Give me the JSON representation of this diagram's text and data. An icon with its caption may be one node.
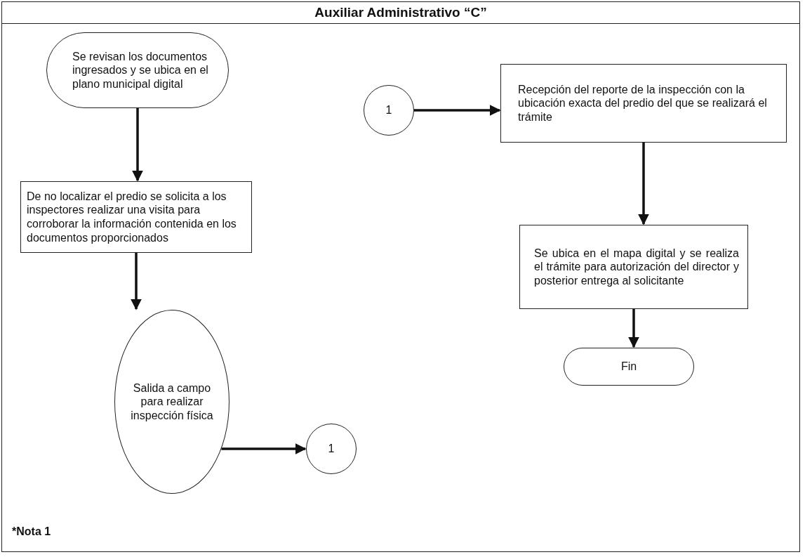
{
  "diagram": {
    "title": "Auxiliar Administrativo “C”",
    "nodes": [
      {
        "text": [
          "Se revisan los documentos ingresados y se ubica en el plano municipal digital"
        ]
      },
      {
        "text": [
          "De no localizar el predio se solicita a los inspectores realizar una visita para corroborar la información contenida en los documentos proporcionados"
        ]
      },
      {
        "text": [
          "Salida a campo para realizar inspección física"
        ]
      },
      {
        "text": [
          "1"
        ]
      },
      {
        "text": [
          "1"
        ]
      },
      {
        "text": [
          "Recepción del reporte de la inspección con la ubicación exacta del predio del que se realizará el trámite"
        ]
      },
      {
        "text": [
          "Se ubica en el mapa digital y se realiza el trámite para autorización del director y posterior entrega al solicitante"
        ]
      },
      {
        "text": [
          "Fin"
        ]
      }
    ],
    "edges": [
      {
        "from": 0,
        "to": 1,
        "arrow": "to"
      },
      {
        "from": 1,
        "to": 2,
        "arrow": "to"
      },
      {
        "from": 2,
        "to": 3,
        "arrow": "to"
      },
      {
        "from": 4,
        "to": 5,
        "arrow": "to"
      },
      {
        "from": 5,
        "to": 6,
        "arrow": "to"
      },
      {
        "from": 6,
        "to": 7,
        "arrow": "to"
      }
    ],
    "labels": [
      "*Nota 1"
    ]
  }
}
